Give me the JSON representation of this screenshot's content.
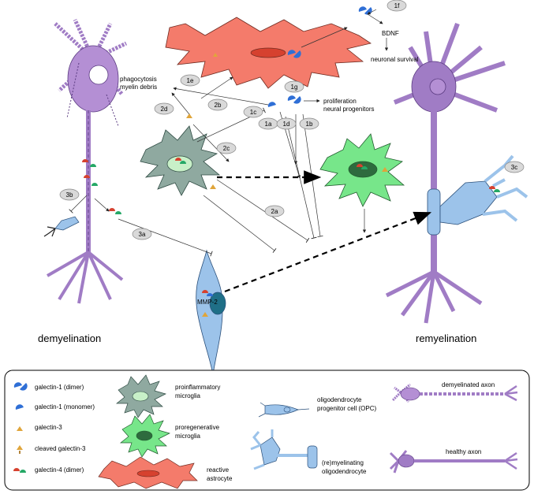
{
  "labels": {
    "phagocytosis": "phagocytosis",
    "myelin_debris": "myelin debris",
    "bdnf": "BDNF",
    "neuronal_survival": "neuronal survival",
    "proliferation": "proliferation",
    "neural_progenitors": "neural progenitors",
    "mmp2": "MMP-2",
    "demyelination": "demyelination",
    "remyelination": "remyelination"
  },
  "steps": [
    "1a",
    "1b",
    "1c",
    "1d",
    "1e",
    "1f",
    "1g",
    "2a",
    "2b",
    "2c",
    "2d",
    "3a",
    "3b",
    "3c"
  ],
  "legend": {
    "gal1_dimer": "galectin-1 (dimer)",
    "gal1_monomer": "galectin-1 (monomer)",
    "gal3": "galectin-3",
    "cleaved_gal3": "cleaved galectin-3",
    "gal4_dimer": "galectin-4 (dimer)",
    "proinflam_1": "proinflammatory",
    "proinflam_2": "microglia",
    "prore_1": "proregenerative",
    "prore_2": "microglia",
    "astro_1": "reactive",
    "astro_2": "astrocyte",
    "opc_1": "oligodendrocyte",
    "opc_2": "progenitor cell (OPC)",
    "remy_1": "(re)myelinating",
    "remy_2": "oligodendrocyte",
    "demy_axon": "demyelinated axon",
    "healthy_axon": "healthy axon"
  },
  "colors": {
    "astrocyte": "#f47b6b",
    "neuron": "#a07cc5",
    "proinflammatory": "#8fa9a0",
    "proregenerative": "#77e68a",
    "opc": "#9cc3ea",
    "galectin1": "#2f6fd6",
    "galectin3": "#e0a53a",
    "galectin4_red": "#d6412f",
    "galectin4_green": "#25a866"
  }
}
